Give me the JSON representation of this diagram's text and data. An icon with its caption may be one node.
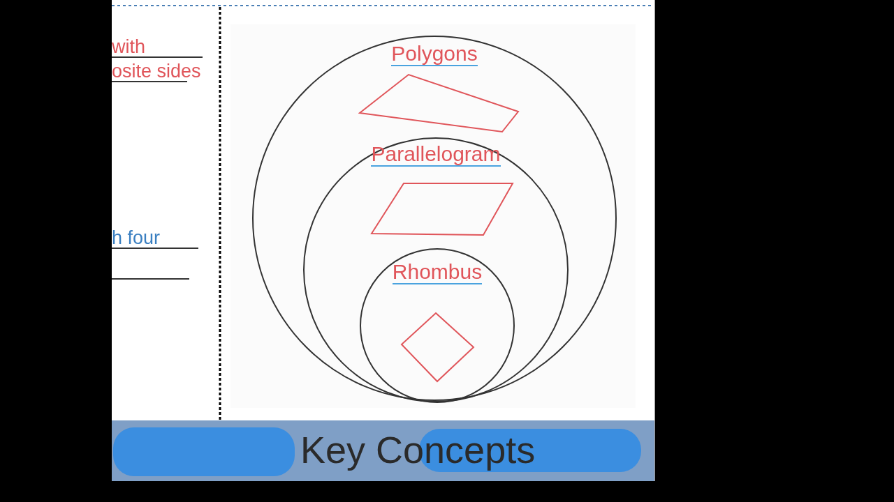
{
  "diagram": {
    "title": "Key Concepts",
    "nodes": [
      {
        "text": [
          "Polygons"
        ]
      },
      {
        "text": [
          "Parallelogram"
        ],
        "in": 0
      },
      {
        "text": [
          "Rhombus"
        ],
        "in": 1
      }
    ],
    "labels": [
      "with",
      "osite sides",
      "h four"
    ]
  }
}
